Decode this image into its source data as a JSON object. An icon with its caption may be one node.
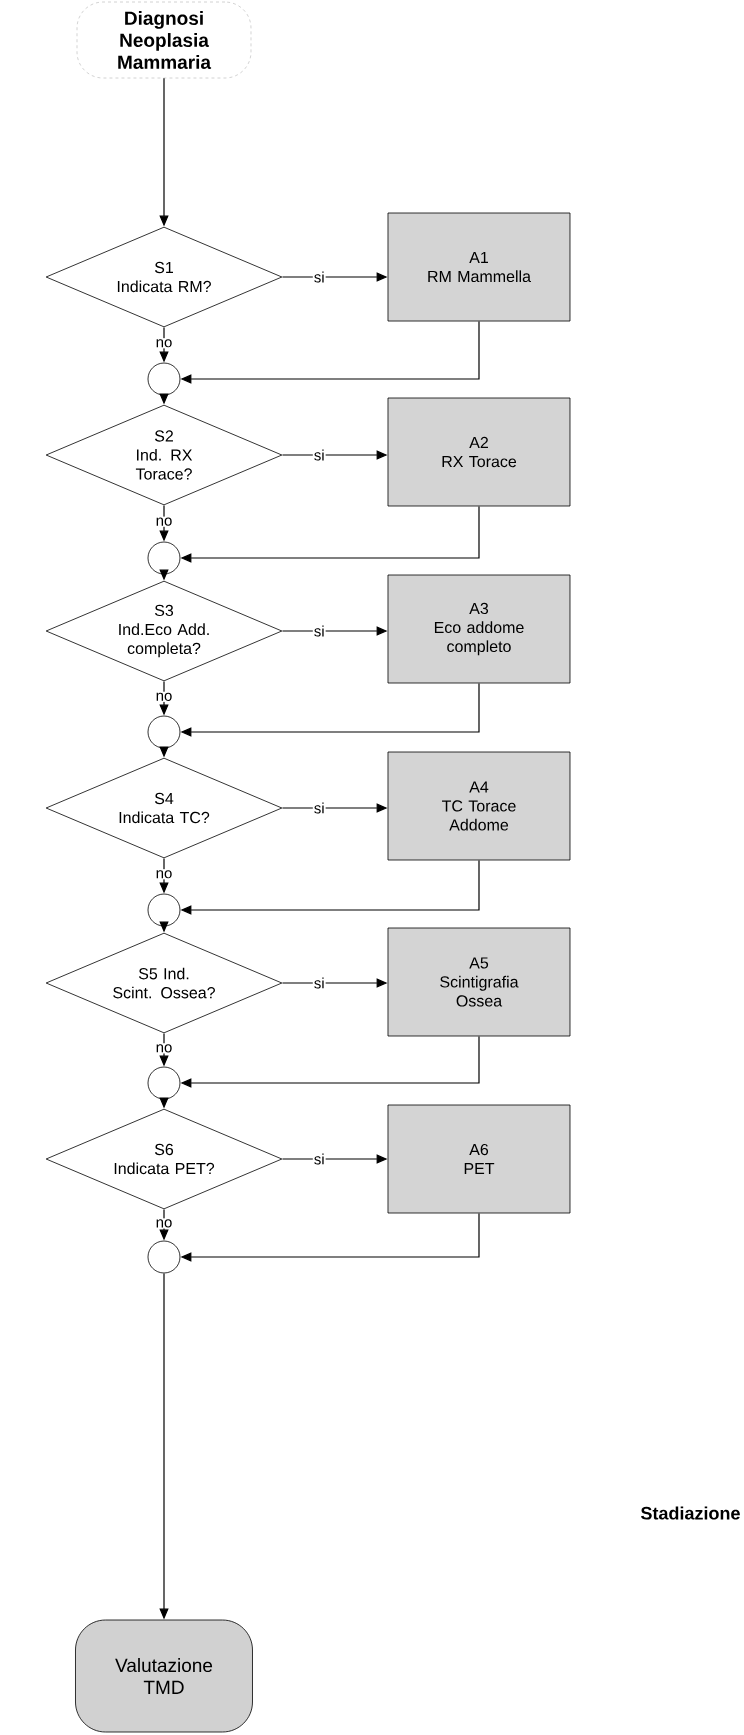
{
  "diagram": {
    "nodes": [
      {
        "text": [
          "Diagnosi Neoplasia Mammaria"
        ]
      },
      {
        "text": [
          "S1",
          "Indicata RM?"
        ]
      },
      {
        "text": [
          "A1",
          "RM Mammella"
        ]
      },
      {
        "text": [],
        "shape": "circle"
      },
      {
        "text": [
          "S2",
          "Ind. RX Torace?"
        ]
      },
      {
        "text": [
          "A2",
          "RX Torace"
        ]
      },
      {
        "text": [],
        "shape": "circle"
      },
      {
        "text": [
          "S3",
          "Ind.Eco Add. completa?"
        ]
      },
      {
        "text": [
          "A3",
          "Eco addome completo"
        ]
      },
      {
        "text": [],
        "shape": "circle"
      },
      {
        "text": [
          "S4",
          "Indicata TC?"
        ]
      },
      {
        "text": [
          "A4",
          "TC Torace Addome"
        ]
      },
      {
        "text": [],
        "shape": "circle"
      },
      {
        "text": [
          "S5 Ind.",
          "Scint. Ossea?"
        ]
      },
      {
        "text": [
          "A5",
          "Scintigrafia Ossea"
        ]
      },
      {
        "text": [],
        "shape": "circle"
      },
      {
        "text": [
          "S6",
          "Indicata PET?"
        ]
      },
      {
        "text": [
          "A6",
          "PET"
        ]
      },
      {
        "text": [],
        "shape": "circle"
      },
      {
        "text": [
          "Valutazione TMD"
        ]
      }
    ],
    "edges": [
      {
        "from": 0,
        "to": 1,
        "arrow": "to"
      },
      {
        "from": 1,
        "to": 2,
        "arrow": "to",
        "label": "si"
      },
      {
        "from": 1,
        "to": 3,
        "arrow": "to",
        "label": "no"
      },
      {
        "from": 2,
        "to": 3,
        "arrow": "to"
      },
      {
        "from": 3,
        "to": 4,
        "arrow": "to"
      },
      {
        "from": 4,
        "to": 5,
        "arrow": "to",
        "label": "si"
      },
      {
        "from": 4,
        "to": 6,
        "arrow": "to",
        "label": "no"
      },
      {
        "from": 5,
        "to": 6,
        "arrow": "to"
      },
      {
        "from": 6,
        "to": 7,
        "arrow": "to"
      },
      {
        "from": 7,
        "to": 8,
        "arrow": "to",
        "label": "si"
      },
      {
        "from": 7,
        "to": 9,
        "arrow": "to",
        "label": "no"
      },
      {
        "from": 8,
        "to": 9,
        "arrow": "to"
      },
      {
        "from": 9,
        "to": 10,
        "arrow": "to"
      },
      {
        "from": 10,
        "to": 11,
        "arrow": "to",
        "label": "si"
      },
      {
        "from": 10,
        "to": 12,
        "arrow": "to",
        "label": "no"
      },
      {
        "from": 11,
        "to": 12,
        "arrow": "to"
      },
      {
        "from": 12,
        "to": 13,
        "arrow": "to"
      },
      {
        "from": 13,
        "to": 14,
        "arrow": "to",
        "label": "si"
      },
      {
        "from": 13,
        "to": 15,
        "arrow": "to",
        "label": "no"
      },
      {
        "from": 14,
        "to": 15,
        "arrow": "to"
      },
      {
        "from": 15,
        "to": 16,
        "arrow": "to"
      },
      {
        "from": 16,
        "to": 17,
        "arrow": "to",
        "label": "si"
      },
      {
        "from": 16,
        "to": 18,
        "arrow": "to",
        "label": "no"
      },
      {
        "from": 17,
        "to": 18,
        "arrow": "to"
      },
      {
        "from": 18,
        "to": 19,
        "arrow": "to"
      }
    ],
    "labels": [
      "Stadiazione"
    ]
  }
}
